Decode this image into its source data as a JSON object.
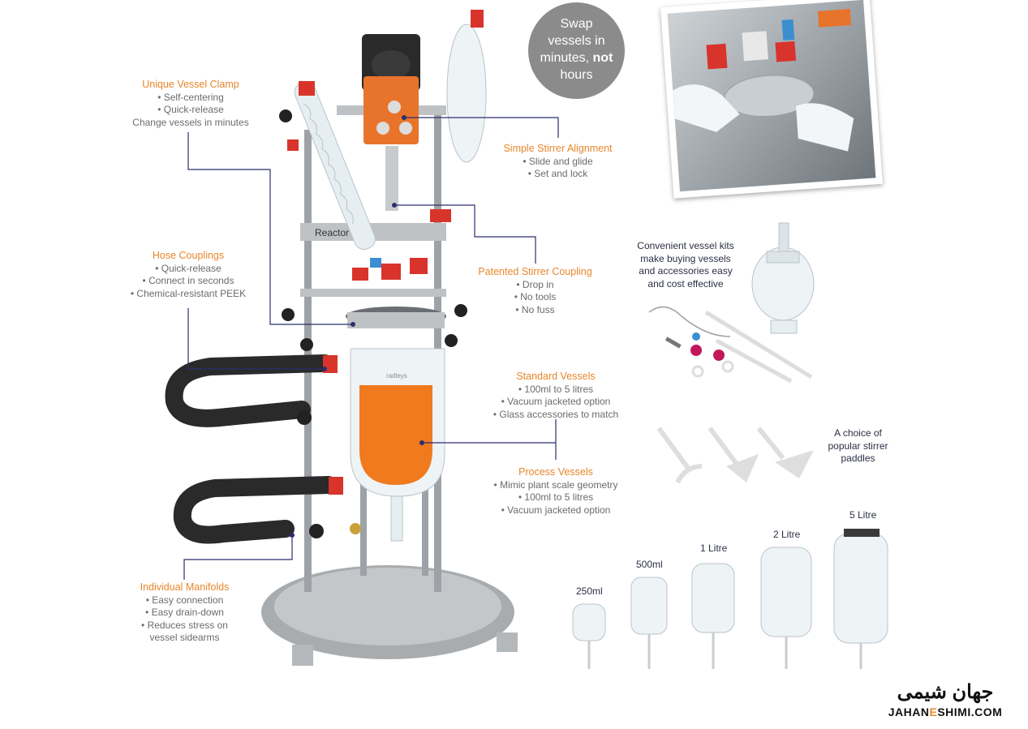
{
  "bubble": {
    "line1": "Swap",
    "line2": "vessels in",
    "line3_pre": "minutes,",
    "line3_bold": "not",
    "line4": "hours"
  },
  "callouts": {
    "vessel_clamp": {
      "title": "Unique Vessel Clamp",
      "items": [
        "• Self-centering",
        "• Quick-release",
        "Change vessels in minutes"
      ]
    },
    "hose_couplings": {
      "title": "Hose Couplings",
      "items": [
        "• Quick-release",
        "• Connect in seconds",
        "• Chemical-resistant PEEK"
      ]
    },
    "individual_manifolds": {
      "title": "Individual Manifolds",
      "items": [
        "• Easy connection",
        "• Easy drain-down",
        "• Reduces stress on",
        "vessel sidearms"
      ]
    },
    "stirrer_alignment": {
      "title": "Simple Stirrer Alignment",
      "items": [
        "• Slide and glide",
        "• Set and lock"
      ]
    },
    "stirrer_coupling": {
      "title": "Patented Stirrer Coupling",
      "items": [
        "• Drop in",
        "• No tools",
        "• No fuss"
      ]
    },
    "standard_vessels": {
      "title": "Standard Vessels",
      "items": [
        "• 100ml to 5 litres",
        "• Vacuum jacketed option",
        "• Glass accessories to match"
      ]
    },
    "process_vessels": {
      "title": "Process Vessels",
      "items": [
        "• Mimic plant scale geometry",
        "• 100ml to 5 litres",
        "• Vacuum jacketed option"
      ]
    }
  },
  "kits_text": [
    "Convenient vessel kits",
    "make buying vessels",
    "and accessories easy",
    "and cost effective"
  ],
  "paddles_text": [
    "A choice of",
    "popular stirrer",
    "paddles"
  ],
  "vessel_sizes": [
    "250ml",
    "500ml",
    "1 Litre",
    "2 Litre",
    "5 Litre"
  ],
  "device_labels": {
    "reactor": "Reactor",
    "brand": "radleys"
  },
  "logo": {
    "fa": "جهان شیمی",
    "en_pre": "JAHAN",
    "en_e": "E",
    "en_post": "SHIMI.COM"
  },
  "colors": {
    "accent_orange": "#e8862a",
    "navy_line": "#2b2f6e",
    "bubble_gray": "#8b8b8b",
    "liquid": "#f07a1e"
  }
}
